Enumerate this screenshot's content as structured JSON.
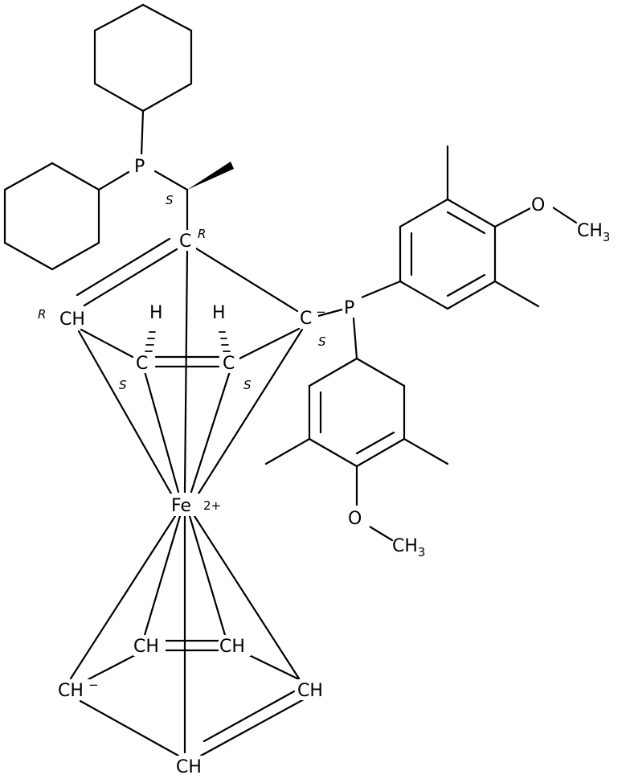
{
  "molecule": {
    "atoms": {
      "p1": "P",
      "p2": "P",
      "ch_left": "CH",
      "c_top": "C",
      "c_right": "C",
      "c_right_charge": "−",
      "c_in_left": "C",
      "c_in_right": "C",
      "h_left": "H",
      "h_right": "H",
      "fe": "Fe",
      "fe_charge": "2+",
      "cp_ch_a": "CH",
      "cp_ch_b": "CH",
      "cp_ch_left": "CH",
      "cp_ch_left_charge": "−",
      "cp_ch_right": "CH",
      "cp_ch_bottom": "CH",
      "o1": "O",
      "o2": "O",
      "ch3_1": "CH",
      "ch3_1_sub": "3",
      "ch3_2": "CH",
      "ch3_2_sub": "3"
    },
    "stereo": {
      "s_side_chain": "S",
      "r_c_top": "R",
      "r_ch_left": "R",
      "s_c_right": "S",
      "s_c_in_left": "S",
      "s_c_in_right": "S"
    }
  }
}
